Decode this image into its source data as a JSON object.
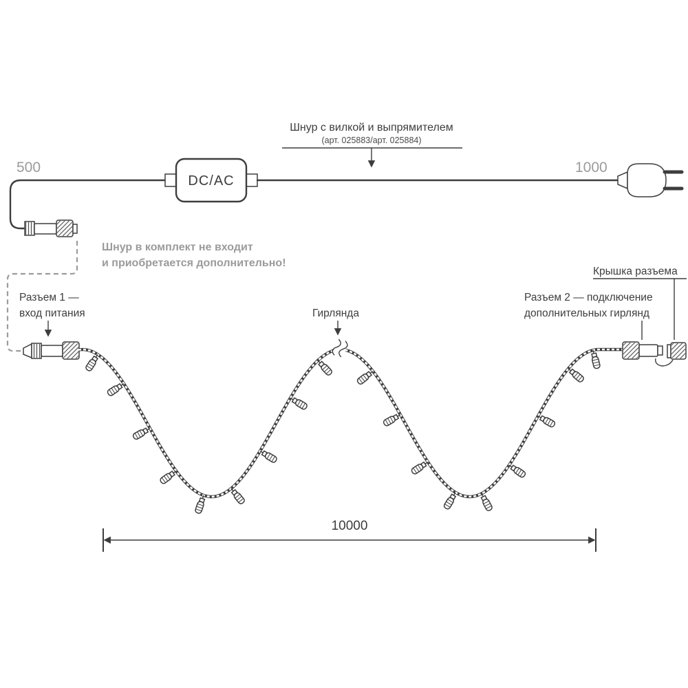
{
  "diagram": {
    "cord_callout": {
      "title": "Шнур с вилкой и выпрямителем",
      "subtitle": "(арт. 025883/арт. 025884)"
    },
    "dim_cord_left": "500",
    "dim_cord_right": "1000",
    "converter_label": "DC/AC",
    "note_line1": "Шнур в комплект не входит",
    "note_line2": "и приобретается дополнительно!",
    "connector1_label_line1": "Разъем 1 —",
    "connector1_label_line2": "вход питания",
    "garland_label": "Гирлянда",
    "cap_label": "Крышка разъема",
    "connector2_label_line1": "Разъем 2 — подключение",
    "connector2_label_line2": "дополнительных гирлянд",
    "dim_total": "10000",
    "colors": {
      "line": "#3d3d3d",
      "muted": "#9b9b9b",
      "background": "#ffffff"
    }
  }
}
